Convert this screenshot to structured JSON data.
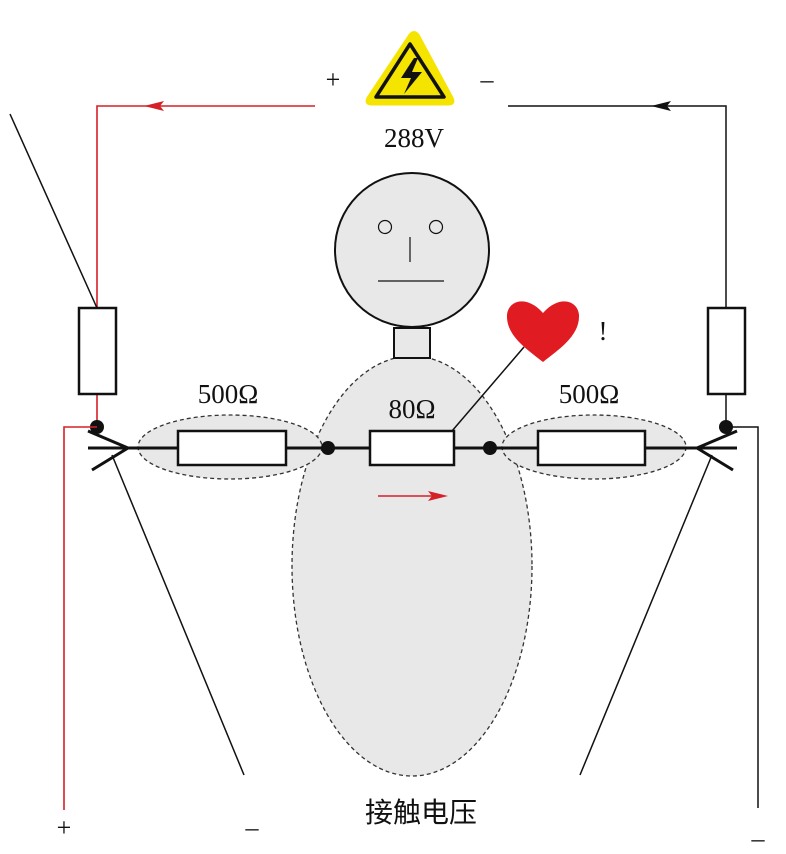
{
  "source": {
    "voltage_label": "288V",
    "plus_label": "+",
    "minus_label": "–",
    "warning_icon": "high-voltage-warning-icon",
    "warning_color": "#f5e300"
  },
  "resistors": {
    "left_arm_label": "500Ω",
    "body_label": "80Ω",
    "right_arm_label": "500Ω"
  },
  "heart": {
    "icon": "heart-icon",
    "color": "#e11b22",
    "exclamation": "!"
  },
  "contact_voltage_label": "接触电压",
  "terminals": {
    "bottom_left_plus": "+",
    "bottom_left_minus": "–",
    "bottom_right_minus": "–"
  },
  "colors": {
    "positive_wire": "#d62027",
    "negative_wire": "#111111",
    "body_fill": "#e8e8e8"
  }
}
